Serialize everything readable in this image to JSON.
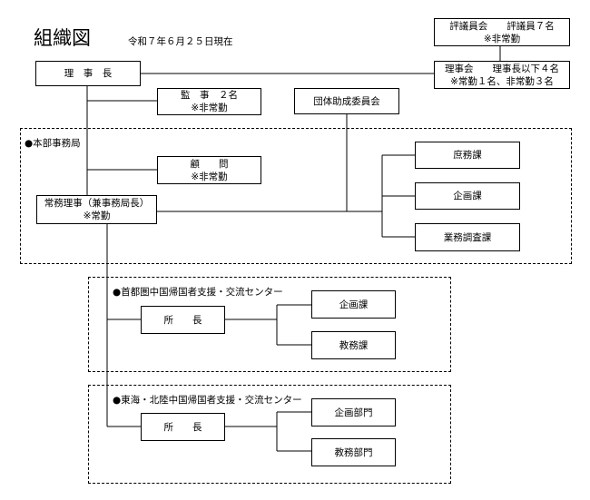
{
  "title": "組織図",
  "date": "令和７年６月２５日現在",
  "boxes": {
    "hyogiinkai": {
      "line1": "評議員会　　評議員７名",
      "line2": "※非常勤"
    },
    "rijicho": {
      "line1": "理　事　長"
    },
    "rijikai": {
      "line1": "理事会　　理事長以下４名",
      "line2": "※常勤１名、非常勤３名"
    },
    "kanji": {
      "line1": "監　事　２名",
      "line2": "※非常勤"
    },
    "dantai": {
      "line1": "団体助成委員会"
    },
    "komon": {
      "line1": "顧　　問",
      "line2": "※非常勤"
    },
    "jomu": {
      "line1": "常務理事（兼事務局長）",
      "line2": "※常勤"
    },
    "shomu": {
      "line1": "庶務課"
    },
    "kikaku_hq": {
      "line1": "企画課"
    },
    "gyomu": {
      "line1": "業務調査課"
    },
    "shocho1": {
      "line1": "所　　長"
    },
    "kikaku1": {
      "line1": "企画課"
    },
    "kyomu1": {
      "line1": "教務課"
    },
    "shocho2": {
      "line1": "所　　長"
    },
    "kikaku2": {
      "line1": "企画部門"
    },
    "kyomu2": {
      "line1": "教務部門"
    }
  },
  "sections": {
    "honbu": "●本部事務局",
    "shutoken": "●首都圏中国帰国者支援・交流センター",
    "tokai": "●東海・北陸中国帰国者支援・交流センター"
  }
}
